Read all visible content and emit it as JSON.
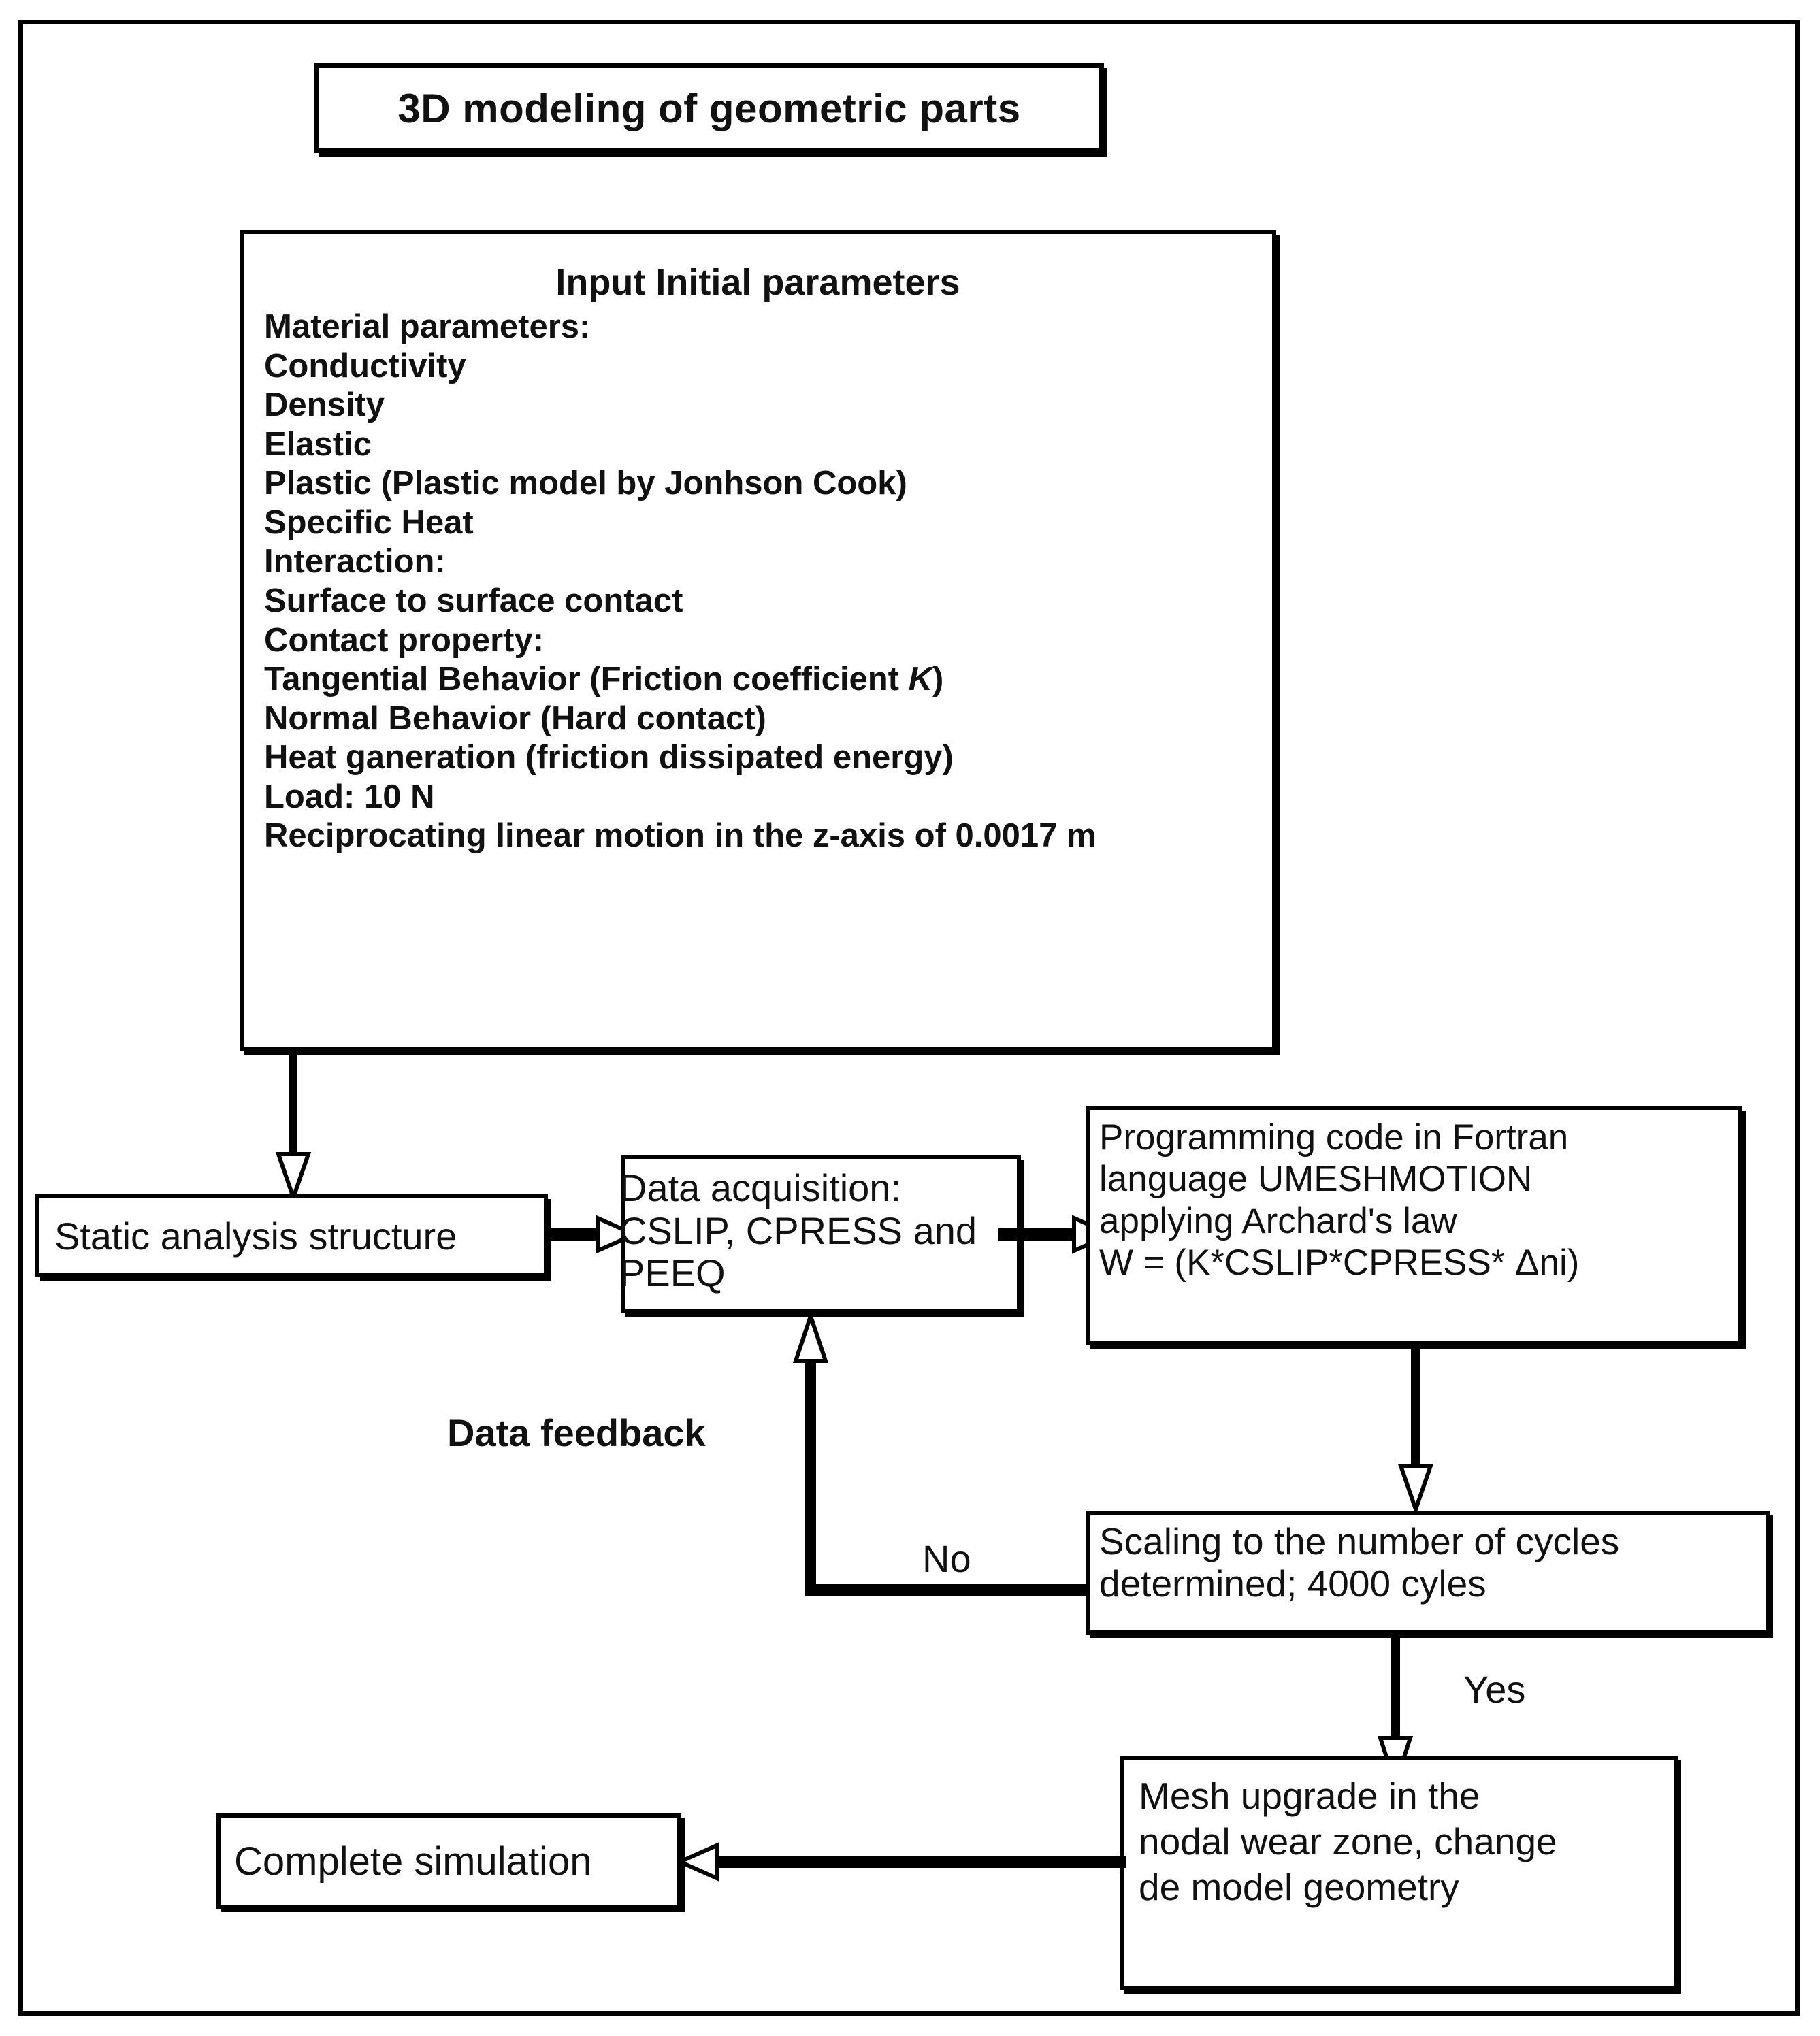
{
  "diagram": {
    "title_box": {
      "label": "3D modeling of geometric parts"
    },
    "input_box": {
      "heading": "Input Initial parameters",
      "lines": [
        "Material parameters:",
        "Conductivity",
        "Density",
        "Elastic",
        "Plastic (Plastic model by Jonhson Cook)",
        "Specific Heat",
        "Interaction:",
        "Surface to surface contact",
        "Contact property:",
        "Tangential Behavior (Friction coefficient K)",
        "Normal Behavior (Hard contact)",
        "Heat ganeration (friction dissipated energy)",
        "Load: 10 N",
        "Reciprocating linear motion in the z-axis of 0.0017 m"
      ]
    },
    "static_box": {
      "label": "Static analysis structure"
    },
    "acquisition_box": {
      "line1": "Data acquisition:",
      "line2": "CSLIP, CPRESS and",
      "line3": "PEEQ"
    },
    "fortran_box": {
      "line1": "Programming code in Fortran",
      "line2": "language UMESHMOTION",
      "line3": "applying Archard's law",
      "line4": "W = (K*CSLIP*CPRESS* Δni)"
    },
    "scaling_box": {
      "line1": "Scaling to the number of cycles",
      "line2": " determined; 4000 cyles"
    },
    "mesh_box": {
      "line1": "Mesh upgrade in the",
      "line2": "nodal wear zone, change",
      "line3": "de model geometry"
    },
    "complete_box": {
      "label": "Complete simulation"
    },
    "labels": {
      "feedback": "Data feedback",
      "no": "No",
      "yes": "Yes"
    },
    "colors": {
      "stroke": "#000000",
      "background": "#ffffff",
      "text": "#111111"
    }
  }
}
